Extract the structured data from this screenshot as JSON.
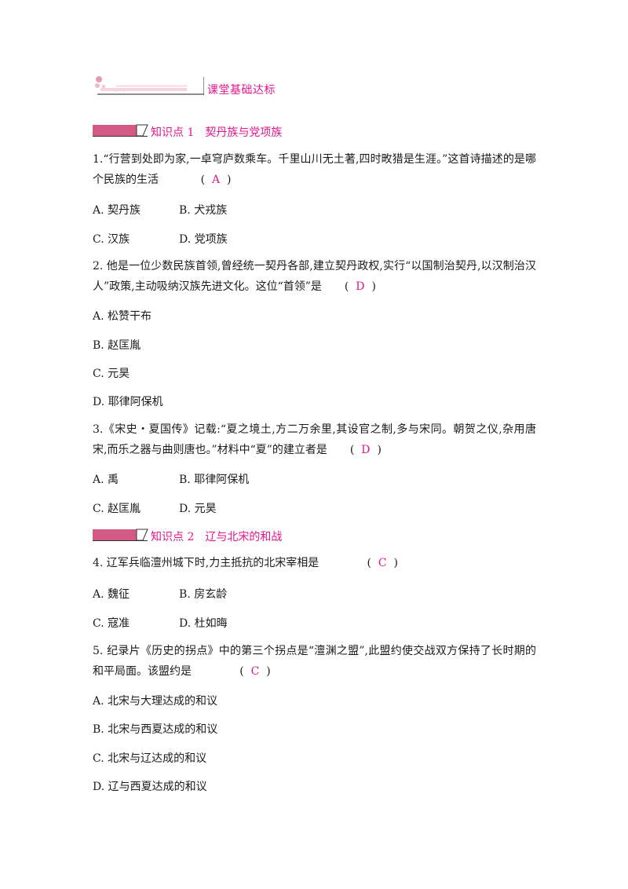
{
  "section": {
    "title": "课堂基础达标"
  },
  "kp1": {
    "num": "知识点 1",
    "title": "契丹族与党项族"
  },
  "kp2": {
    "num": "知识点 2",
    "title": "辽与北宋的和战"
  },
  "q1": {
    "text": "1.“行营到处即为家,一卓穹庐数乘车。千里山川无土著,四时畋猎是生涯。”这首诗描述的是哪个民族的生活",
    "answer": "A",
    "options": [
      "A. 契丹族",
      "B. 犬戎族",
      "C. 汉族",
      "D. 党项族"
    ]
  },
  "q2": {
    "text": "2. 他是一位少数民族首领,曾经统一契丹各部,建立契丹政权,实行“以国制治契丹,以汉制治汉人”政策,主动吸纳汉族先进文化。这位“首领”是",
    "answer": "D",
    "options": [
      "A. 松赞干布",
      "B. 赵匡胤",
      "C. 元昊",
      "D. 耶律阿保机"
    ]
  },
  "q3": {
    "text": "3.《宋史・夏国传》记载:“夏之境土,方二万余里,其设官之制,多与宋同。朝贺之仪,杂用唐宋,而乐之器与曲则唐也。”材料中“夏”的建立者是",
    "answer": "D",
    "options": [
      "A. 禹",
      "B. 耶律阿保机",
      "C. 赵匡胤",
      "D. 元昊"
    ]
  },
  "q4": {
    "text": "4. 辽军兵临澶州城下时,力主抵抗的北宋宰相是",
    "answer": "C",
    "options": [
      "A. 魏征",
      "B. 房玄龄",
      "C. 寇准",
      "D. 杜如晦"
    ]
  },
  "q5": {
    "text": "5. 纪录片《历史的拐点》中的第三个拐点是“澶渊之盟”,此盟约使交战双方保持了长时期的和平局面。该盟约是",
    "answer": "C",
    "options": [
      "A. 北宋与大理达成的和议",
      "B. 北宋与西夏达成的和议",
      "C. 北宋与辽达成的和议",
      "D. 辽与西夏达成的和议"
    ]
  },
  "colors": {
    "accent": "#e0168f",
    "bar": "#d45a86"
  }
}
